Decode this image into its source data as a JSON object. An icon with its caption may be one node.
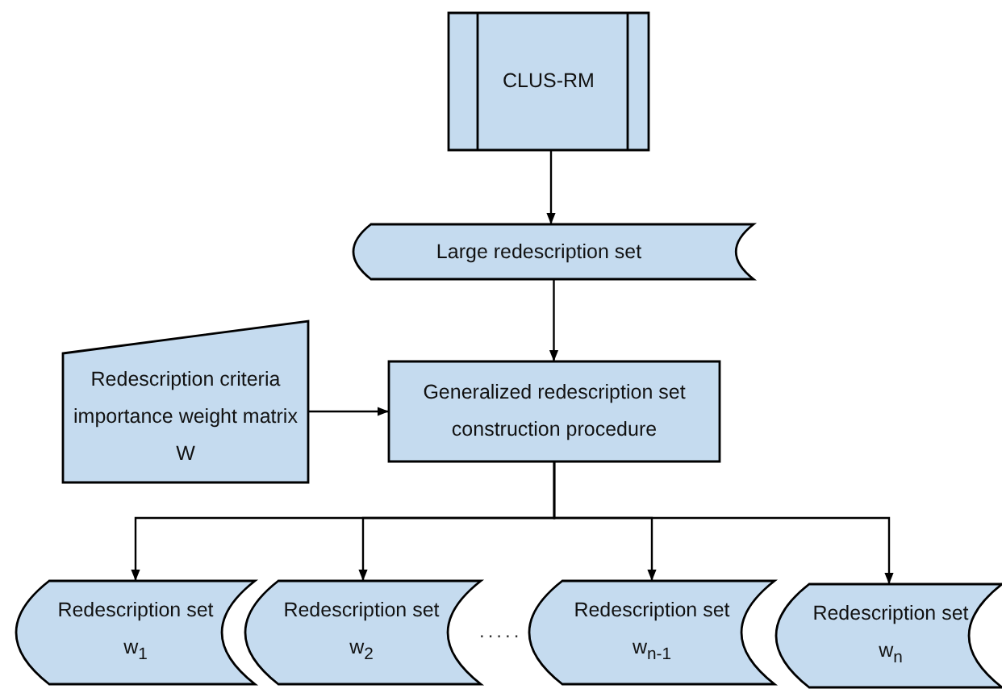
{
  "diagram": {
    "nodes": [
      {
        "text": [
          "CLUS-RM"
        ]
      },
      {
        "text": [
          "Large redescription set"
        ]
      },
      {
        "text": [
          "Redescription criteria importance weight matrix W"
        ]
      },
      {
        "text": [
          "Generalized redescription set construction procedure"
        ]
      },
      {
        "text": [
          "Redescription set w$_{1}$"
        ]
      },
      {
        "text": [
          "Redescription set w$_{2}$"
        ]
      },
      {
        "text": [
          "Redescription set w$_{n-1}$"
        ]
      },
      {
        "text": [
          "Redescription set w$_{n}$"
        ]
      }
    ],
    "edges": [
      {
        "from": 0,
        "to": 1,
        "arrow": "to"
      },
      {
        "from": 1,
        "to": 3,
        "arrow": "to"
      },
      {
        "from": 2,
        "to": 3,
        "arrow": "to"
      },
      {
        "from": 3,
        "to": 4,
        "arrow": "to"
      },
      {
        "from": 3,
        "to": 5,
        "arrow": "to"
      },
      {
        "from": 3,
        "to": 6,
        "arrow": "to"
      },
      {
        "from": 3,
        "to": 7,
        "arrow": "to"
      }
    ],
    "labels": [
      "....."
    ]
  }
}
